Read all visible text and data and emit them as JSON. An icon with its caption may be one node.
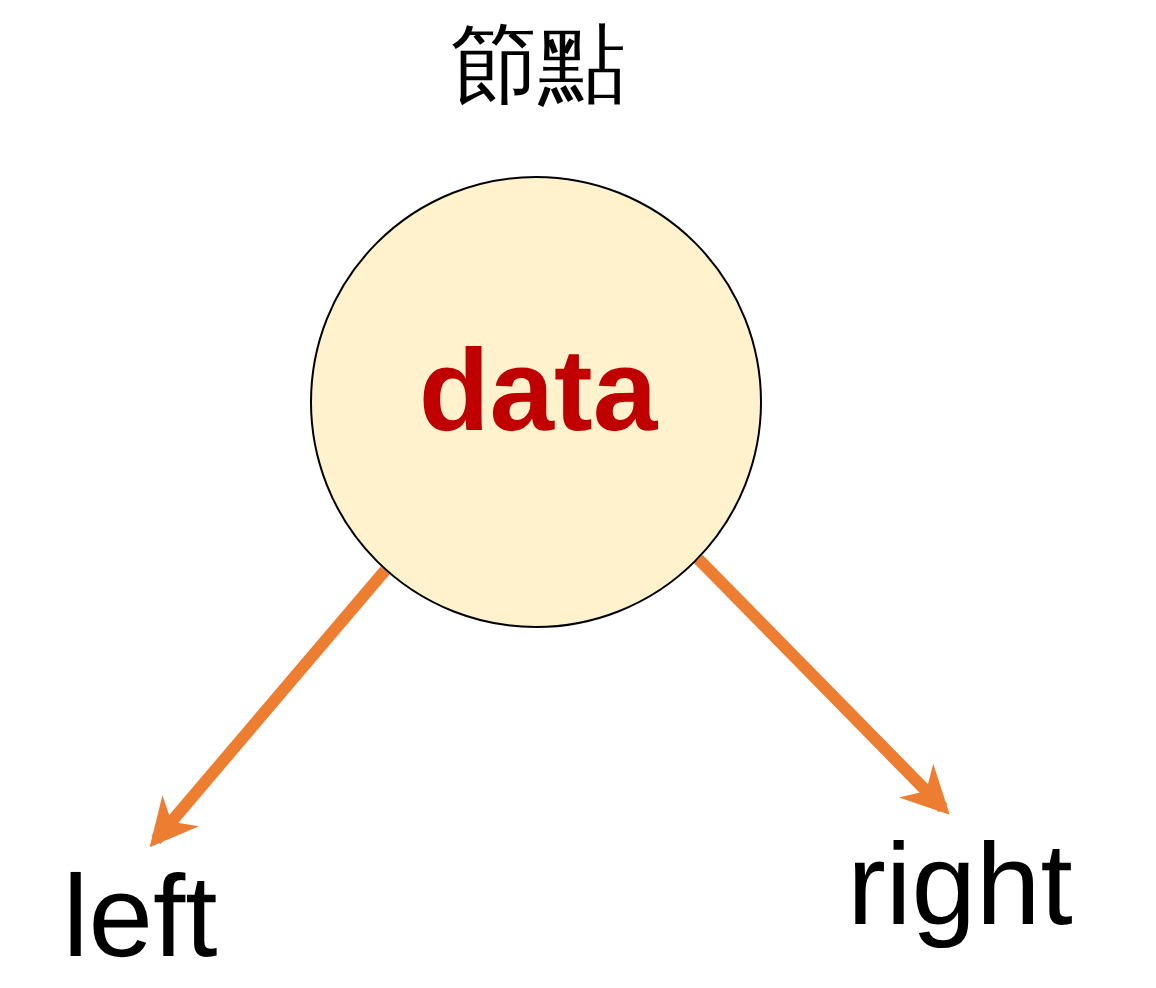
{
  "diagram": {
    "nodes": [
      {
        "text": [
          "節點",
          "data"
        ]
      },
      {
        "text": [
          "left"
        ]
      },
      {
        "text": [
          "right"
        ]
      }
    ],
    "edges": [
      {
        "from": 0,
        "to": 1,
        "arrow": "to"
      },
      {
        "from": 0,
        "to": 2,
        "arrow": "to"
      }
    ]
  }
}
